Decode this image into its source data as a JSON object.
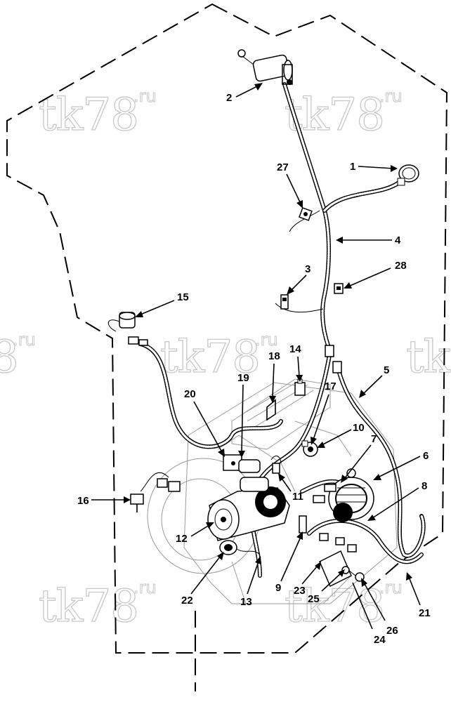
{
  "watermark": {
    "text": "tk78",
    "suffix": ".ru"
  },
  "callouts": [
    {
      "id": "1",
      "label": "1"
    },
    {
      "id": "2",
      "label": "2"
    },
    {
      "id": "3",
      "label": "3"
    },
    {
      "id": "4",
      "label": "4"
    },
    {
      "id": "5",
      "label": "5"
    },
    {
      "id": "6",
      "label": "6"
    },
    {
      "id": "7",
      "label": "7"
    },
    {
      "id": "8",
      "label": "8"
    },
    {
      "id": "9",
      "label": "9"
    },
    {
      "id": "10",
      "label": "10"
    },
    {
      "id": "11",
      "label": "11"
    },
    {
      "id": "12",
      "label": "12"
    },
    {
      "id": "13",
      "label": "13"
    },
    {
      "id": "14",
      "label": "14"
    },
    {
      "id": "15",
      "label": "15"
    },
    {
      "id": "16",
      "label": "16"
    },
    {
      "id": "17",
      "label": "17"
    },
    {
      "id": "18",
      "label": "18"
    },
    {
      "id": "19",
      "label": "19"
    },
    {
      "id": "20",
      "label": "20"
    },
    {
      "id": "21",
      "label": "21"
    },
    {
      "id": "22",
      "label": "22"
    },
    {
      "id": "23",
      "label": "23"
    },
    {
      "id": "24",
      "label": "24"
    },
    {
      "id": "25",
      "label": "25"
    },
    {
      "id": "26",
      "label": "26"
    },
    {
      "id": "27",
      "label": "27"
    },
    {
      "id": "28",
      "label": "28"
    }
  ],
  "colors": {
    "ink": "#000000",
    "watermark": "#c8c8c8",
    "ghost": "#9a9a9a",
    "background": "#ffffff"
  }
}
